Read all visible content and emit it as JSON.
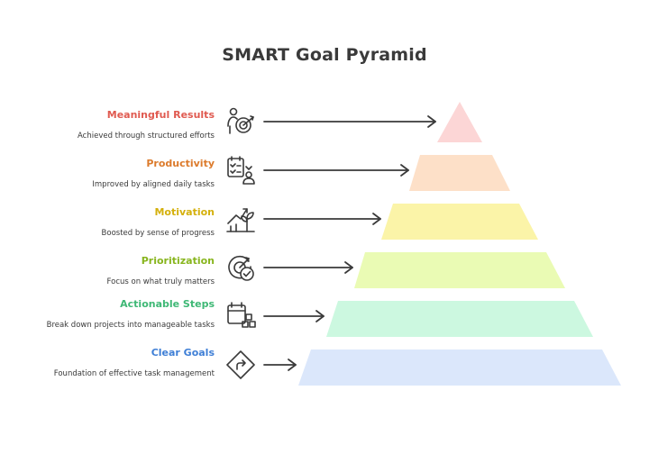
{
  "title": "SMART Goal Pyramid",
  "colors": {
    "text": "#3a3a3a",
    "arrow": "#3a3a3a"
  },
  "levels": [
    {
      "label": "Meaningful Results",
      "description": "Achieved through structured efforts",
      "label_color": "#e05a50",
      "fill_color": "#fcd6d6",
      "icon": "person-target-icon"
    },
    {
      "label": "Productivity",
      "description": "Improved by aligned daily tasks",
      "label_color": "#dc7b2c",
      "fill_color": "#fde0c8",
      "icon": "task-list-person-icon"
    },
    {
      "label": "Motivation",
      "description": "Boosted by sense of progress",
      "label_color": "#d4b00c",
      "fill_color": "#fbf4a8",
      "icon": "growth-plant-icon"
    },
    {
      "label": "Prioritization",
      "description": "Focus on what truly matters",
      "label_color": "#88b51e",
      "fill_color": "#eafbb4",
      "icon": "target-check-icon"
    },
    {
      "label": "Actionable Steps",
      "description": "Break down projects into manageable tasks",
      "label_color": "#3eb875",
      "fill_color": "#ccf8e0",
      "icon": "calendar-blocks-icon"
    },
    {
      "label": "Clear Goals",
      "description": "Foundation of effective task management",
      "label_color": "#3f7fd6",
      "fill_color": "#dbe7fb",
      "icon": "diamond-path-icon"
    }
  ]
}
